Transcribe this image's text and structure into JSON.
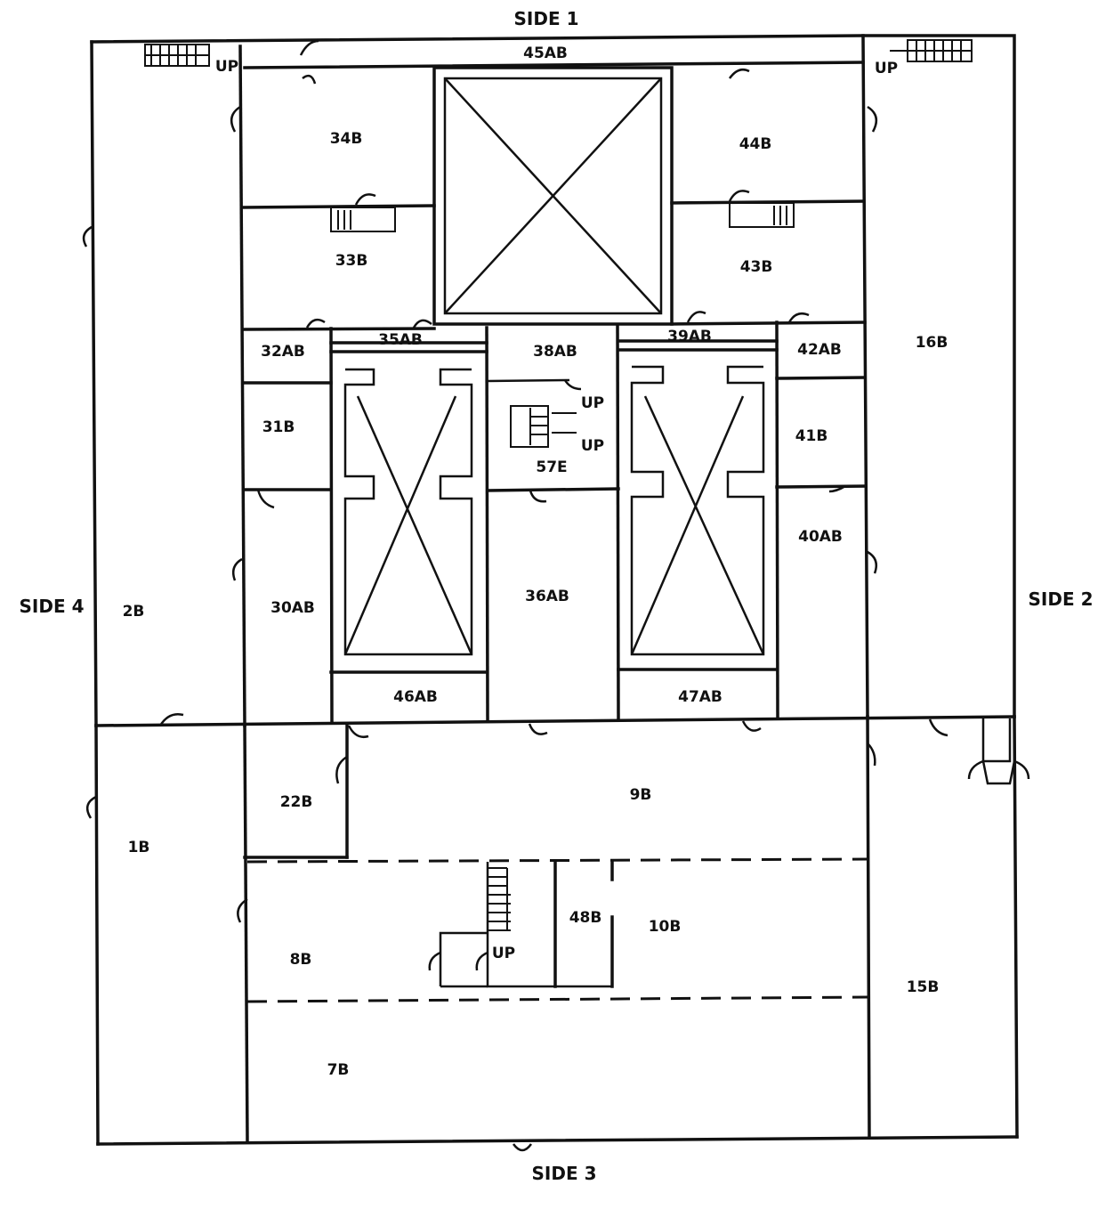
{
  "sides": {
    "side1": "SIDE 1",
    "side2": "SIDE 2",
    "side3": "SIDE 3",
    "side4": "SIDE 4"
  },
  "rooms": {
    "r45AB": "45AB",
    "r34B": "34B",
    "r33B": "33B",
    "r44B": "44B",
    "r43B": "43B",
    "r32AB": "32AB",
    "r35AB": "35AB",
    "r38AB": "38AB",
    "r39AB": "39AB",
    "r42AB": "42AB",
    "r16B": "16B",
    "r31B": "31B",
    "r57E": "57E",
    "r41B": "41B",
    "r40AB": "40AB",
    "r30AB": "30AB",
    "r36AB": "36AB",
    "r2B": "2B",
    "r46AB": "46AB",
    "r47AB": "47AB",
    "r22B": "22B",
    "r9B": "9B",
    "r1B": "1B",
    "r48B": "48B",
    "r10B": "10B",
    "r8B": "8B",
    "r15B": "15B",
    "r7B": "7B"
  },
  "stairs": {
    "up": "UP"
  }
}
